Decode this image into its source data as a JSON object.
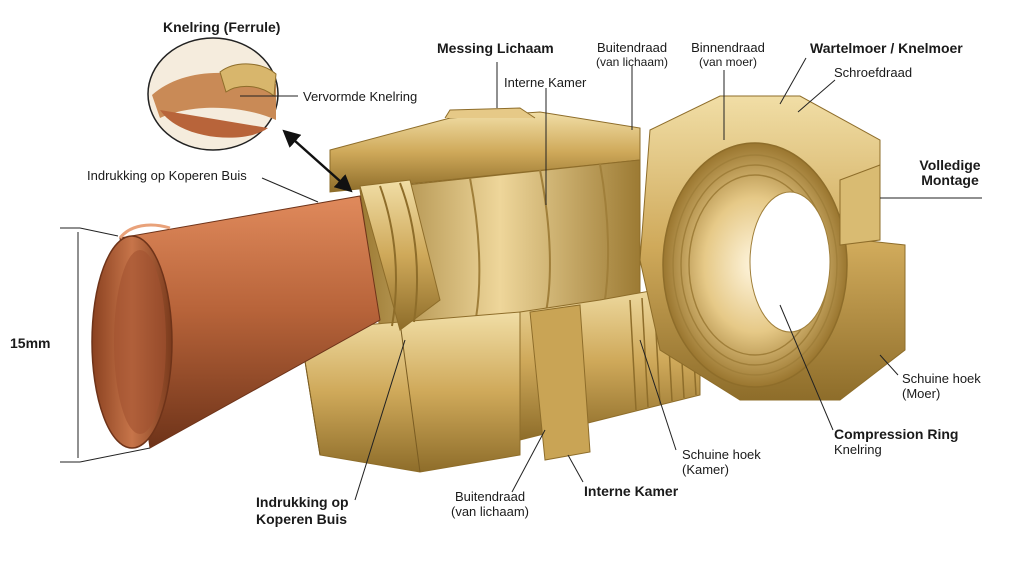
{
  "labels": {
    "knelring_title": "Knelring (Ferrule)",
    "vervormde": "Vervormde Knelring",
    "indrukking_top": "Indrukking op Koperen Buis",
    "dimension": "15mm",
    "messing": "Messing Lichaam",
    "interne_kamer_top": "Interne Kamer",
    "buitendraad_top": "Buitendraad",
    "buitendraad_top_sub": "(van lichaam)",
    "binnendraad": "Binnendraad",
    "binnendraad_sub": "(van moer)",
    "wartelmoer": "Wartelmoer / Knelmoer",
    "schroefdraad": "Schroefdraad",
    "volledige_1": "Volledige",
    "volledige_2": "Montage",
    "schuine_moer": "Schuine hoek",
    "schuine_moer_sub": "(Moer)",
    "compression": "Compression Ring",
    "compression_sub": "Knelring",
    "schuine_kamer": "Schuine hoek",
    "schuine_kamer_sub": "(Kamer)",
    "interne_kamer_bottom": "Interne Kamer",
    "buitendraad_bottom": "Buitendraad",
    "buitendraad_bottom_sub": "(van lichaam)",
    "indrukking_bottom_1": "Indrukking op",
    "indrukking_bottom_2": "Koperen Buis"
  },
  "colors": {
    "copper": "#b8643a",
    "copper_dark": "#7a3a1c",
    "brass": "#d2b064",
    "brass_dark": "#8e6d2a",
    "brass_light": "#ecd9a0",
    "line": "#1a1a1a"
  }
}
